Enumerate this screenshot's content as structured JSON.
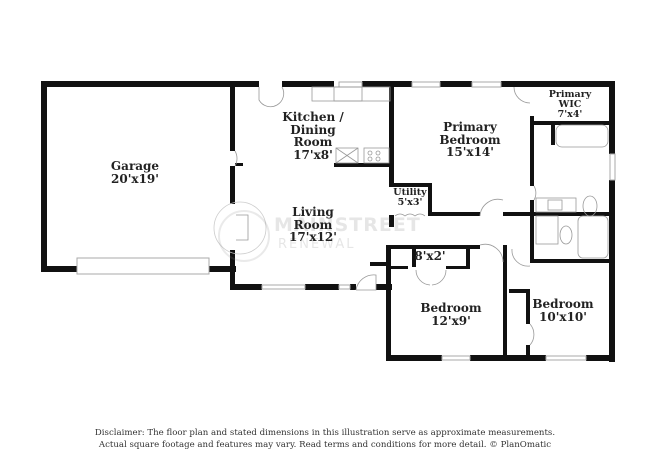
{
  "rooms": [
    {
      "id": "garage",
      "name": "Garage",
      "dims": "20'x19'"
    },
    {
      "id": "kitchen",
      "name": "Kitchen / Dining Room",
      "name_lines": [
        "Kitchen /",
        "Dining",
        "Room"
      ],
      "dims": "17'x8'"
    },
    {
      "id": "living",
      "name": "Living Room",
      "name_lines": [
        "Living",
        "Room"
      ],
      "dims": "17'x12'"
    },
    {
      "id": "primary-bedroom",
      "name": "Primary Bedroom",
      "name_lines": [
        "Primary",
        "Bedroom"
      ],
      "dims": "15'x14'"
    },
    {
      "id": "primary-wic",
      "name": "Primary WIC",
      "name_lines": [
        "Primary",
        "WIC"
      ],
      "dims": "7'x4'"
    },
    {
      "id": "utility",
      "name": "Utility",
      "dims": "5'x3'"
    },
    {
      "id": "closet",
      "name": "",
      "dims": "8'x2'"
    },
    {
      "id": "bedroom-2",
      "name": "Bedroom",
      "dims": "12'x9'"
    },
    {
      "id": "bedroom-3",
      "name": "Bedroom",
      "dims": "10'x10'"
    }
  ],
  "watermark": {
    "line1": "MAINSTREET",
    "line2": "RENEWAL"
  },
  "disclaimer": {
    "line1": "Disclaimer: The floor plan and stated dimensions in this illustration serve as approximate measurements.",
    "line2": "Actual square footage and features may vary. Read terms and conditions for more detail. © PlanOmatic"
  },
  "colors": {
    "wall": "#111111",
    "fixture": "#999999",
    "window": "#bbbbbb",
    "text": "#222222"
  }
}
